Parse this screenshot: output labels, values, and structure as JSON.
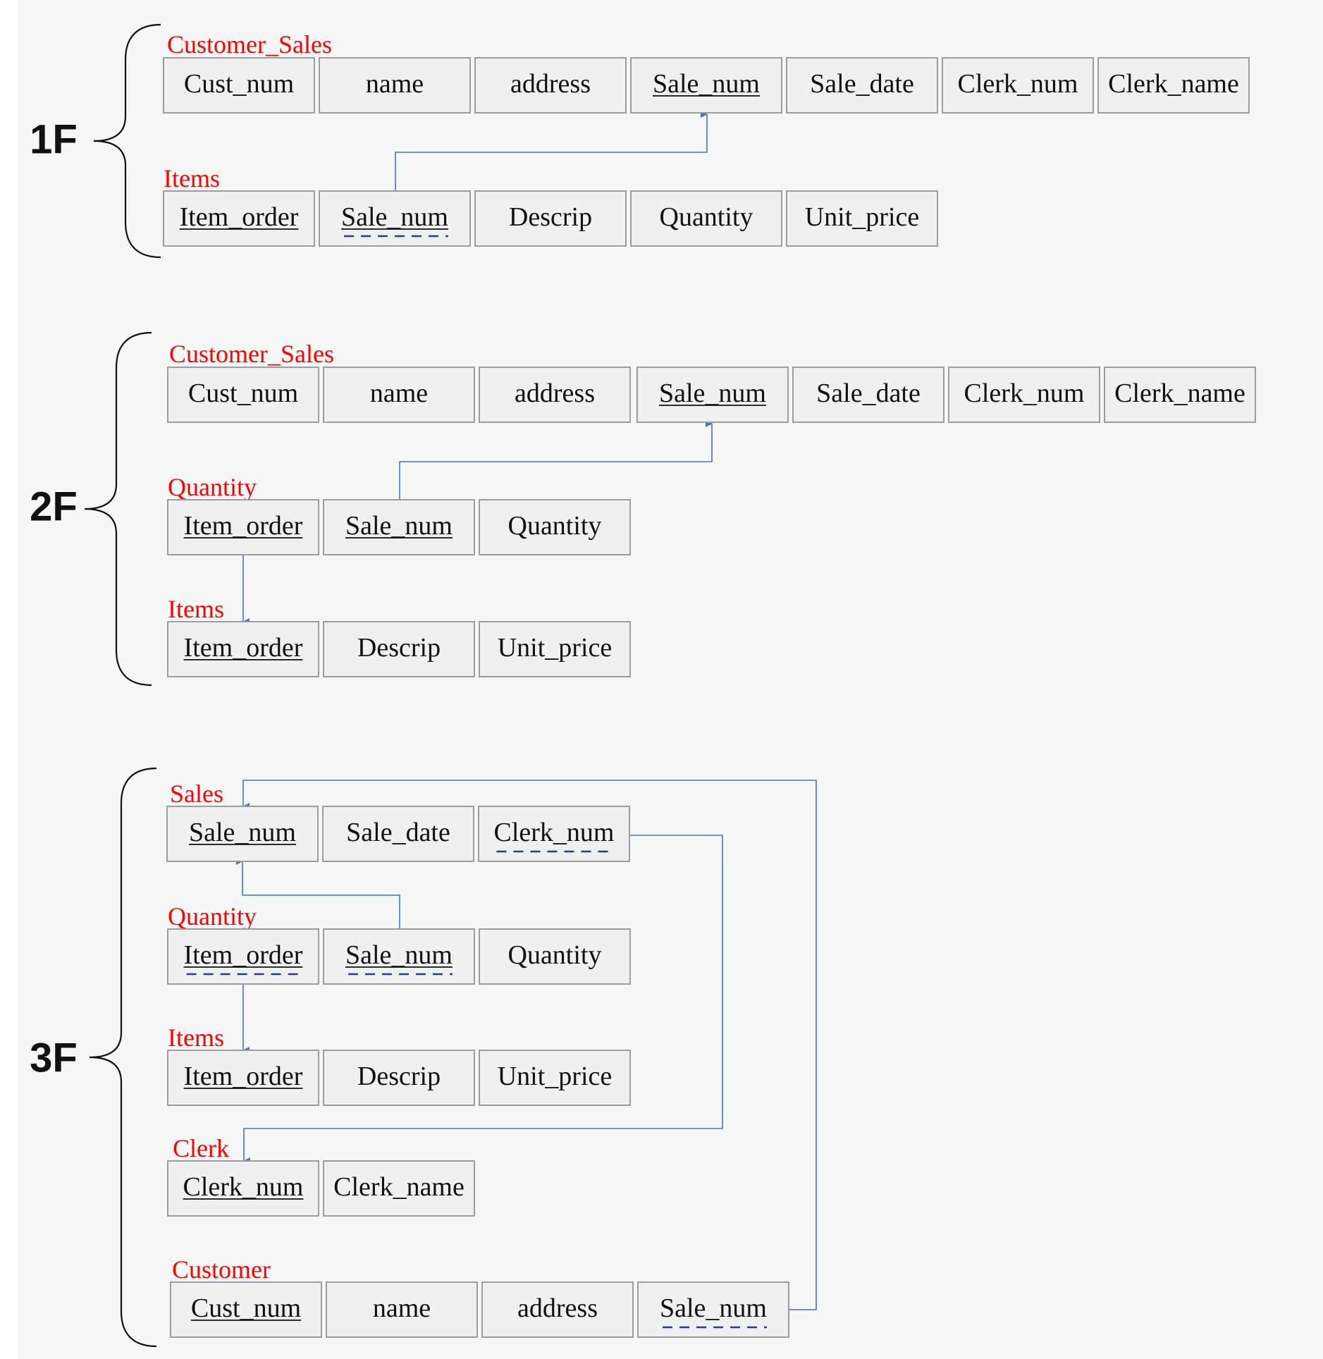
{
  "colors": {
    "table_title": "#ff0000",
    "connector": "#4472c4",
    "foreign_key_dash": "#1f3f8f",
    "cell_fill": "#f0f0f0",
    "cell_border": "#9d9d9d"
  },
  "sections": [
    {
      "id": "1f",
      "label": "1F",
      "tables": [
        {
          "id": "1f-customer-sales",
          "title": "Customer_Sales",
          "cells": [
            {
              "text": "Cust_num",
              "key": "none"
            },
            {
              "text": "name",
              "key": "none"
            },
            {
              "text": "address",
              "key": "none"
            },
            {
              "text": "Sale_num",
              "key": "primary"
            },
            {
              "text": "Sale_date",
              "key": "none"
            },
            {
              "text": "Clerk_num",
              "key": "none"
            },
            {
              "text": "Clerk_name",
              "key": "none"
            }
          ]
        },
        {
          "id": "1f-items",
          "title": "Items",
          "cells": [
            {
              "text": "Item_order",
              "key": "primary"
            },
            {
              "text": "Sale_num",
              "key": "primary-foreign"
            },
            {
              "text": "Descrip",
              "key": "none"
            },
            {
              "text": "Quantity",
              "key": "none"
            },
            {
              "text": "Unit_price",
              "key": "none"
            }
          ]
        }
      ],
      "links": [
        {
          "from": "1f-items.Sale_num",
          "to": "1f-customer-sales.Sale_num"
        }
      ]
    },
    {
      "id": "2f",
      "label": "2F",
      "tables": [
        {
          "id": "2f-customer-sales",
          "title": "Customer_Sales",
          "cells": [
            {
              "text": "Cust_num",
              "key": "none"
            },
            {
              "text": "name",
              "key": "none"
            },
            {
              "text": "address",
              "key": "none"
            },
            {
              "text": "Sale_num",
              "key": "primary"
            },
            {
              "text": "Sale_date",
              "key": "none"
            },
            {
              "text": "Clerk_num",
              "key": "none"
            },
            {
              "text": "Clerk_name",
              "key": "none"
            }
          ]
        },
        {
          "id": "2f-quantity",
          "title": "Quantity",
          "cells": [
            {
              "text": "Item_order",
              "key": "primary"
            },
            {
              "text": "Sale_num",
              "key": "primary"
            },
            {
              "text": "Quantity",
              "key": "none"
            }
          ]
        },
        {
          "id": "2f-items",
          "title": "Items",
          "cells": [
            {
              "text": "Item_order",
              "key": "primary"
            },
            {
              "text": "Descrip",
              "key": "none"
            },
            {
              "text": "Unit_price",
              "key": "none"
            }
          ]
        }
      ],
      "links": [
        {
          "from": "2f-quantity.Sale_num",
          "to": "2f-customer-sales.Sale_num"
        },
        {
          "from": "2f-quantity.Item_order",
          "to": "2f-items.Item_order"
        }
      ]
    },
    {
      "id": "3f",
      "label": "3F",
      "tables": [
        {
          "id": "3f-sales",
          "title": "Sales",
          "cells": [
            {
              "text": "Sale_num",
              "key": "primary"
            },
            {
              "text": "Sale_date",
              "key": "none"
            },
            {
              "text": "Clerk_num",
              "key": "foreign"
            }
          ]
        },
        {
          "id": "3f-quantity",
          "title": "Quantity",
          "cells": [
            {
              "text": "Item_order",
              "key": "primary-foreign"
            },
            {
              "text": "Sale_num",
              "key": "primary-foreign"
            },
            {
              "text": "Quantity",
              "key": "none"
            }
          ]
        },
        {
          "id": "3f-items",
          "title": "Items",
          "cells": [
            {
              "text": "Item_order",
              "key": "primary"
            },
            {
              "text": "Descrip",
              "key": "none"
            },
            {
              "text": "Unit_price",
              "key": "none"
            }
          ]
        },
        {
          "id": "3f-clerk",
          "title": "Clerk",
          "cells": [
            {
              "text": "Clerk_num",
              "key": "primary"
            },
            {
              "text": "Clerk_name",
              "key": "none"
            }
          ]
        },
        {
          "id": "3f-customer",
          "title": "Customer",
          "cells": [
            {
              "text": "Cust_num",
              "key": "primary"
            },
            {
              "text": "name",
              "key": "none"
            },
            {
              "text": "address",
              "key": "none"
            },
            {
              "text": "Sale_num",
              "key": "foreign"
            }
          ]
        }
      ],
      "links": [
        {
          "from": "3f-quantity.Sale_num",
          "to": "3f-sales.Sale_num"
        },
        {
          "from": "3f-sales.Clerk_num",
          "to": "3f-clerk.Clerk_num"
        },
        {
          "from": "3f-quantity.Item_order",
          "to": "3f-items.Item_order"
        },
        {
          "from": "3f-customer.Sale_num",
          "to": "3f-sales.Sale_num"
        }
      ]
    }
  ]
}
